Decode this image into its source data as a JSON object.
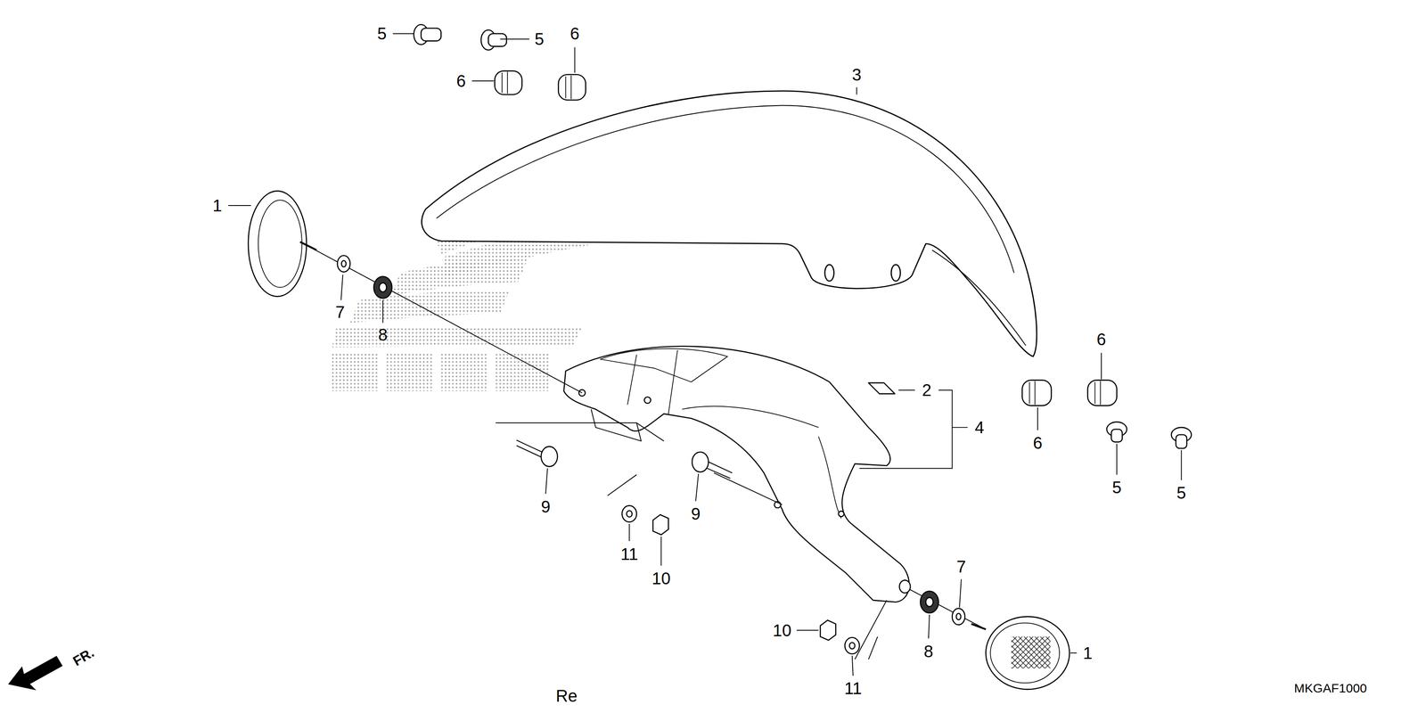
{
  "diagram": {
    "labels": [
      "5",
      "5",
      "6",
      "6",
      "3",
      "1",
      "7",
      "8",
      "6",
      "2",
      "4",
      "6",
      "5",
      "5",
      "9",
      "9",
      "11",
      "7",
      "10",
      "10",
      "8",
      "1",
      "FR.",
      "11",
      "Re",
      "MKGAF1000"
    ]
  }
}
